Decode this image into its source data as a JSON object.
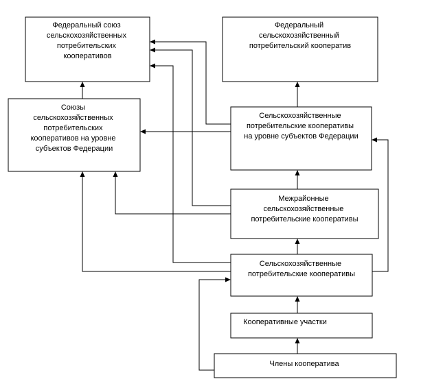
{
  "diagram": {
    "nodes": {
      "federal_union": [
        "Федеральный союз",
        "сельскохозяйственных",
        "потребительских",
        "кооперативов"
      ],
      "federal_coop": [
        "Федеральный",
        "сельскохозяйственный",
        "потребительский кооператив"
      ],
      "regional_unions": [
        "Союзы",
        "сельскохозяйственных",
        "потребительских",
        "кооперативов на уровне",
        "субъектов Федерации"
      ],
      "regional_coops": [
        "Сельскохозяйственные",
        "потребительские кооперативы",
        "на уровне субъектов Федерации"
      ],
      "interdistrict_coops": [
        "Межрайонные",
        "сельскохозяйственные",
        "потребительские кооперативы"
      ],
      "local_coops": [
        "Сельскохозяйственные",
        "потребительские кооперативы"
      ],
      "coop_sections": [
        "Кооперативные участки"
      ],
      "coop_members": [
        "Члены кооператива"
      ]
    }
  }
}
